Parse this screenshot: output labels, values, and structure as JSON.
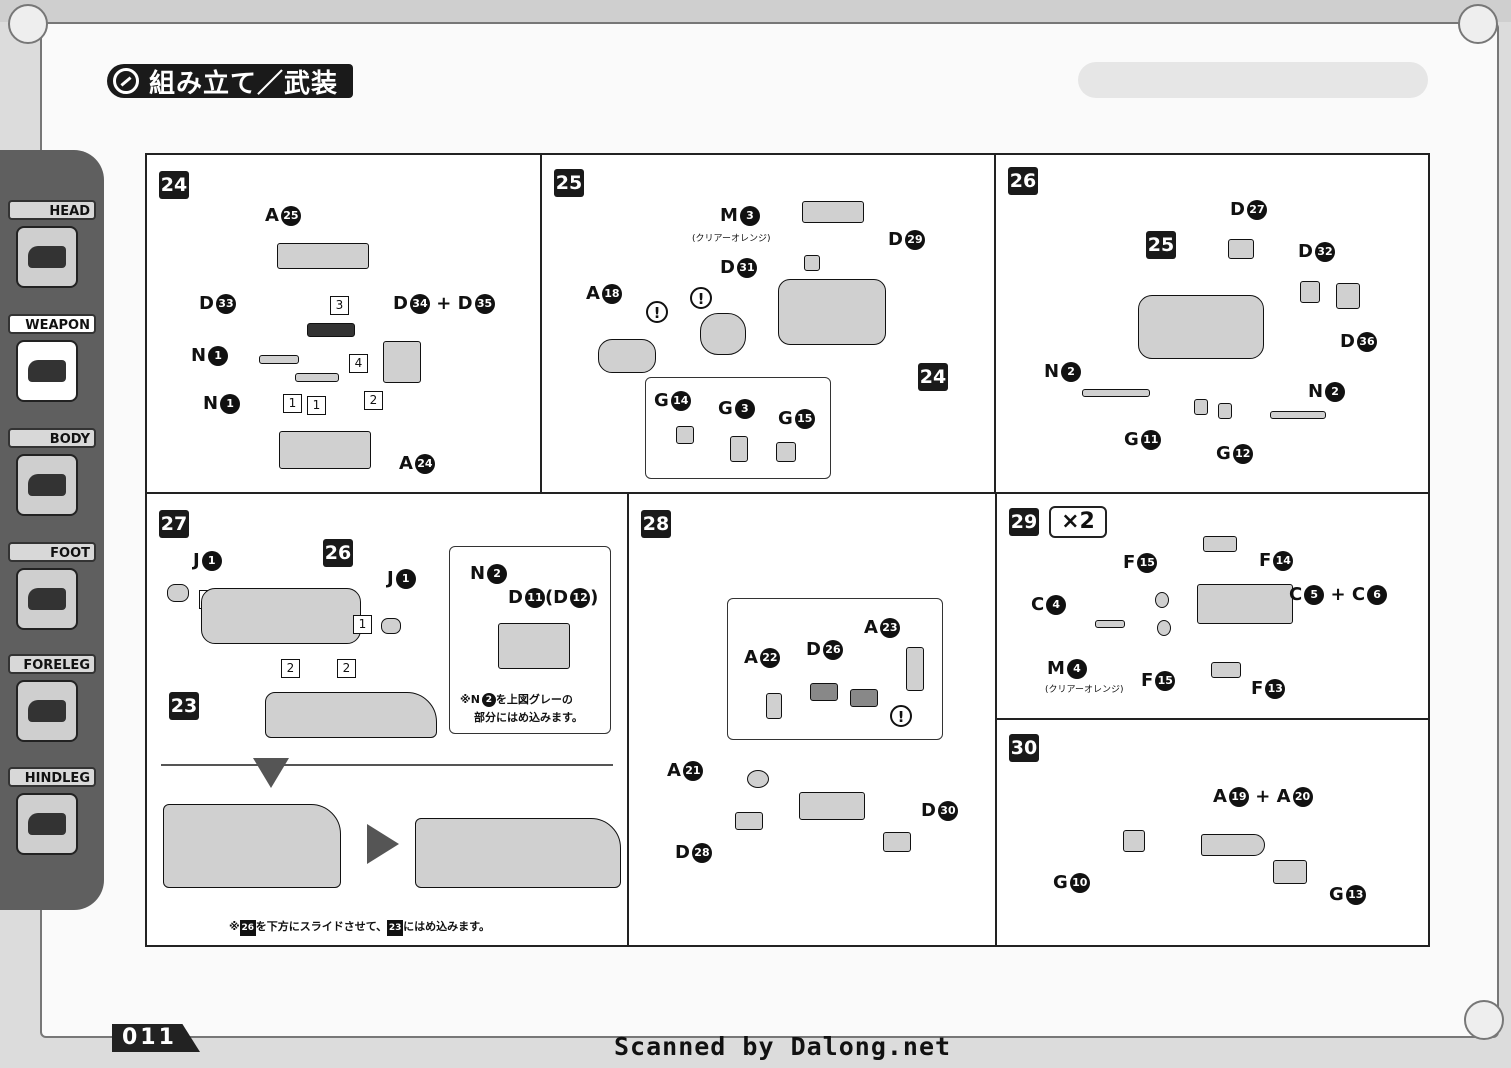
{
  "header": {
    "title": "組み立て／武装",
    "ghost_title": ""
  },
  "sidebar": {
    "items": [
      {
        "label": "HEAD"
      },
      {
        "label": "WEAPON"
      },
      {
        "label": "BODY"
      },
      {
        "label": "FOOT"
      },
      {
        "label": "FORELEG"
      },
      {
        "label": "HINDLEG"
      }
    ],
    "active": "WEAPON"
  },
  "steps": {
    "s24": {
      "number": "24",
      "labels": [
        "A",
        "D",
        "N",
        "N",
        "D",
        "+ D",
        "A"
      ],
      "nums": [
        "25",
        "33",
        "1",
        "1",
        "34",
        "35",
        "24"
      ],
      "order": [
        "3",
        "4",
        "1",
        "1",
        "2"
      ]
    },
    "s25": {
      "number": "25",
      "labels": [
        "M",
        "D",
        "A",
        "D",
        "G",
        "G",
        "G"
      ],
      "nums": [
        "3",
        "29",
        "18",
        "31",
        "14",
        "3",
        "15"
      ],
      "sub": "(クリアーオレンジ)",
      "ref": "24"
    },
    "s26": {
      "number": "26",
      "labels": [
        "D",
        "D",
        "D",
        "N",
        "N",
        "G",
        "G"
      ],
      "nums": [
        "27",
        "32",
        "36",
        "2",
        "2",
        "11",
        "12"
      ],
      "ref": "25"
    },
    "s27": {
      "number": "27",
      "labels": [
        "J",
        "J",
        "N",
        "D",
        "(D",
        ")"
      ],
      "nums": [
        "1",
        "1",
        "2",
        "11",
        "12"
      ],
      "ref_top": "26",
      "ref_bottom": "23",
      "order": [
        "1",
        "1",
        "2",
        "2"
      ],
      "note_inset_1": "※N",
      "note_inset_1b": "を上図グレーの",
      "note_inset_2": "部分にはめ込みます。",
      "note_bottom_1": "※",
      "note_bottom_2": "を下方にスライドさせて、",
      "note_bottom_3": "にはめ込みます。"
    },
    "s28": {
      "number": "28",
      "labels": [
        "A",
        "D",
        "A",
        "A",
        "D",
        "D"
      ],
      "nums": [
        "23",
        "26",
        "22",
        "21",
        "30",
        "28"
      ]
    },
    "s29": {
      "number": "29",
      "multiplier": "×2",
      "labels": [
        "F",
        "F",
        "C",
        "C",
        "+ C",
        "M",
        "F",
        "F"
      ],
      "nums": [
        "15",
        "14",
        "4",
        "5",
        "6",
        "4",
        "15",
        "13"
      ],
      "sub": "(クリアーオレンジ)"
    },
    "s30": {
      "number": "30",
      "labels": [
        "A",
        "+ A",
        "G",
        "G"
      ],
      "nums": [
        "19",
        "20",
        "10",
        "13"
      ]
    }
  },
  "footer": {
    "page_number": "011",
    "scanned": "Scanned by Dalong.net"
  },
  "icons": [
    "gear-icon",
    "attention-icon",
    "arrow-down-icon",
    "arrow-right-icon"
  ]
}
